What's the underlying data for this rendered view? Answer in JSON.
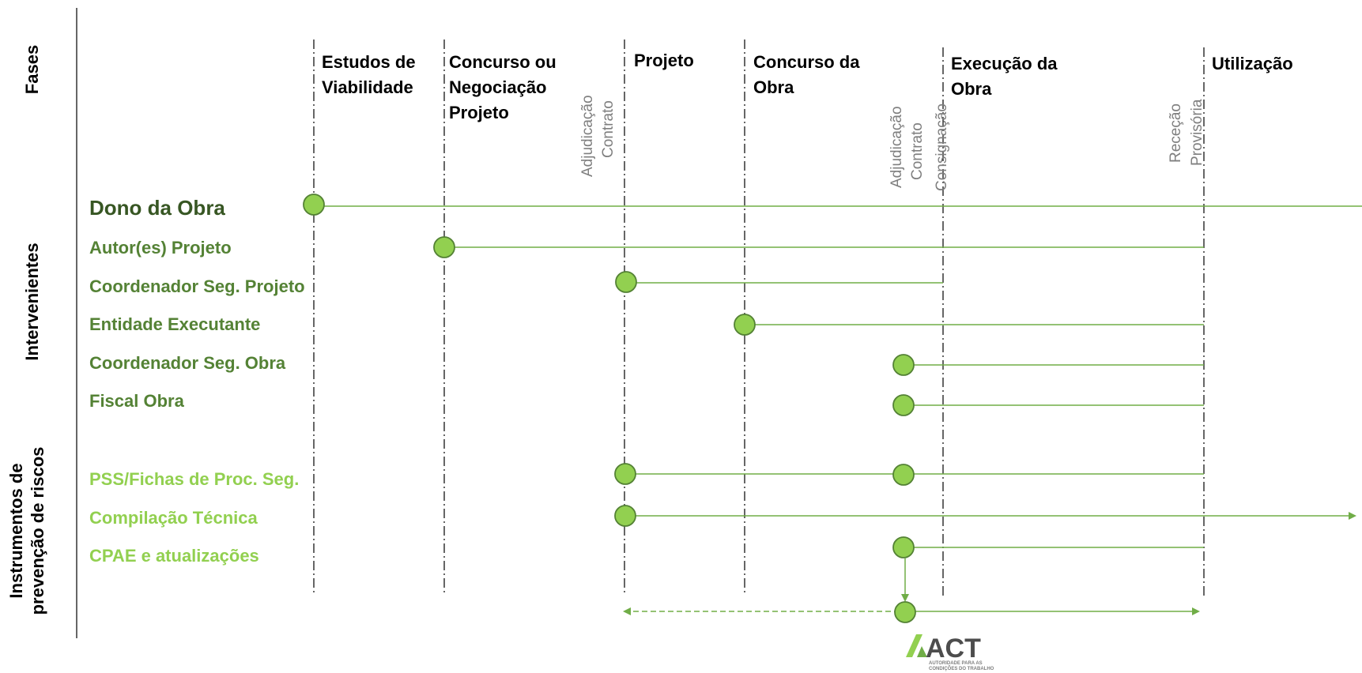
{
  "side_labels": {
    "phases": "Fases",
    "actors": "Intervenientes",
    "instruments_line1": "Instrumentos de",
    "instruments_line2": "prevenção de riscos"
  },
  "phases": {
    "p1_line1": "Estudos de",
    "p1_line2": "Viabilidade",
    "p2_line1": "Concurso ou",
    "p2_line2": "Negociação",
    "p2_line3": "Projeto",
    "p3_line1": "Projeto",
    "p4_line1": "Concurso da",
    "p4_line2": "Obra",
    "p5_line1": "Execução da",
    "p5_line2": "Obra",
    "p6_line1": "Utilização"
  },
  "milestones": {
    "m1_line1": "Adjudicação",
    "m1_line2": "Contrato",
    "m2_line1": "Adjudicação",
    "m2_line2": "Contrato",
    "m2_line3": "Consignação",
    "m3_line1": "Receção",
    "m3_line2": "Provisória"
  },
  "actors": {
    "owner": "Dono da Obra",
    "designers": "Autor(es) Projeto",
    "design_safety_coord": "Coordenador Seg. Projeto",
    "contractor": "Entidade Executante",
    "site_safety_coord": "Coordenador Seg. Obra",
    "inspector": "Fiscal Obra"
  },
  "instruments": {
    "pss": "PSS/Fichas de Proc. Seg.",
    "technical_compilation": "Compilação Técnica",
    "cpae": "CPAE e atualizações"
  },
  "logo": {
    "name": "ACT",
    "tagline_line1": "AUTORIDADE PARA AS",
    "tagline_line2": "CONDIÇÕES DO TRABALHO"
  },
  "colors": {
    "owner_text": "#375623",
    "actor_text": "#548235",
    "instrument_text": "#92d050",
    "node_fill": "#92d050",
    "node_stroke": "#548235",
    "line": "#70ad47",
    "milestone_text": "#7f7f7f"
  }
}
